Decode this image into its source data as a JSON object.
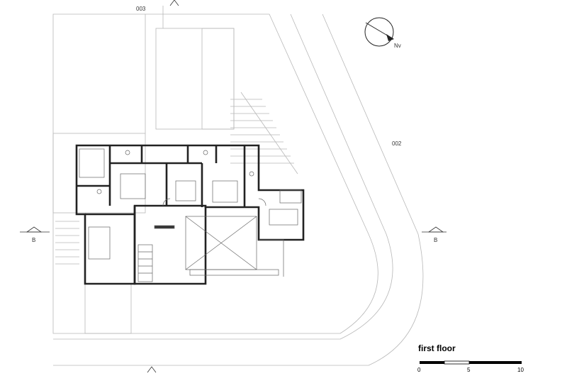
{
  "plan": {
    "title": "first floor",
    "labels": {
      "lot_top": "003",
      "lot_right": "002",
      "section_left": "B",
      "section_right": "B",
      "section_top": "A",
      "north": "Nv"
    },
    "scale_ticks": [
      "0",
      "5",
      "10"
    ]
  }
}
